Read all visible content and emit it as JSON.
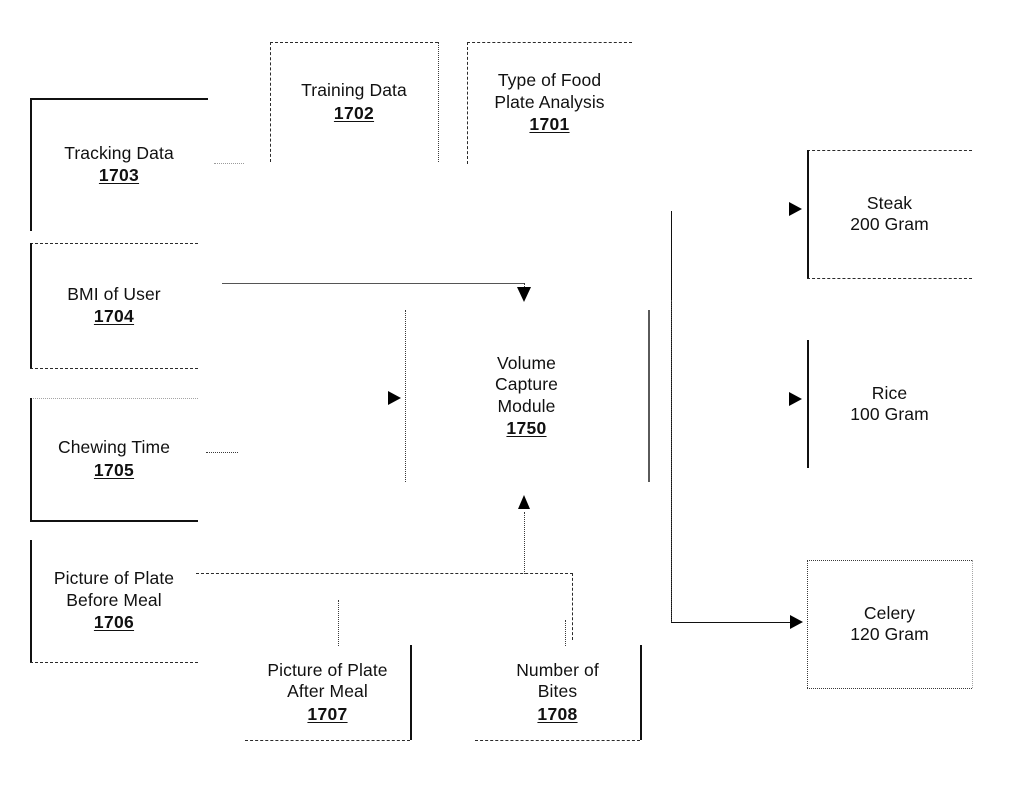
{
  "figure": {
    "type": "patent-flow-diagram",
    "background_color": "#ffffff",
    "line_color": "#111111"
  },
  "nodes": {
    "type_of_food": {
      "label": "Type of Food\nPlate Analysis",
      "ref": "1701"
    },
    "training_data": {
      "label": "Training Data",
      "ref": "1702"
    },
    "tracking_data": {
      "label": "Tracking Data",
      "ref": "1703"
    },
    "bmi_of_user": {
      "label": "BMI of User",
      "ref": "1704"
    },
    "chewing_time": {
      "label": "Chewing Time",
      "ref": "1705"
    },
    "picture_before": {
      "label": "Picture of Plate\nBefore Meal",
      "ref": "1706"
    },
    "picture_after": {
      "label": "Picture of Plate\nAfter Meal",
      "ref": "1707"
    },
    "number_of_bites": {
      "label": "Number of\nBites",
      "ref": "1708"
    },
    "volume_capture_module": {
      "label": "Volume\nCapture\nModule",
      "ref": "1750"
    }
  },
  "outputs": [
    {
      "name": "steak",
      "label": "Steak",
      "amount": "200 Gram"
    },
    {
      "name": "rice",
      "label": "Rice",
      "amount": "100 Gram"
    },
    {
      "name": "celery",
      "label": "Celery",
      "amount": "120 Gram"
    }
  ]
}
